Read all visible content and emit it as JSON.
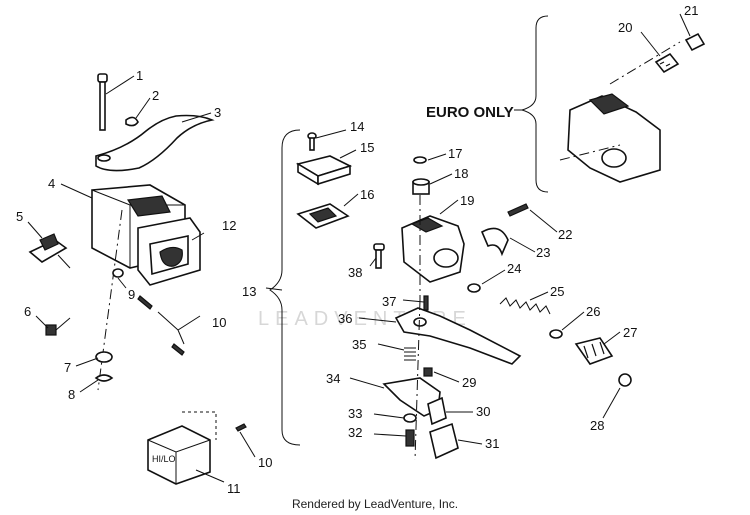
{
  "euro_label": "EURO ONLY",
  "watermark": "LEADVENTURE",
  "switch_text": "HI/LO",
  "footer": "Rendered by LeadVenture, Inc.",
  "callouts": {
    "c1": "1",
    "c2": "2",
    "c3": "3",
    "c4": "4",
    "c5": "5",
    "c6": "6",
    "c7": "7",
    "c8": "8",
    "c9": "9",
    "c10a": "10",
    "c10b": "10",
    "c11": "11",
    "c12": "12",
    "c13": "13",
    "c14": "14",
    "c15": "15",
    "c16": "16",
    "c17": "17",
    "c18": "18",
    "c19": "19",
    "c20": "20",
    "c21": "21",
    "c22": "22",
    "c23": "23",
    "c24": "24",
    "c25": "25",
    "c26": "26",
    "c27": "27",
    "c28": "28",
    "c29": "29",
    "c30": "30",
    "c31": "31",
    "c32": "32",
    "c33": "33",
    "c34": "34",
    "c35": "35",
    "c36": "36",
    "c37": "37",
    "c38": "38"
  }
}
